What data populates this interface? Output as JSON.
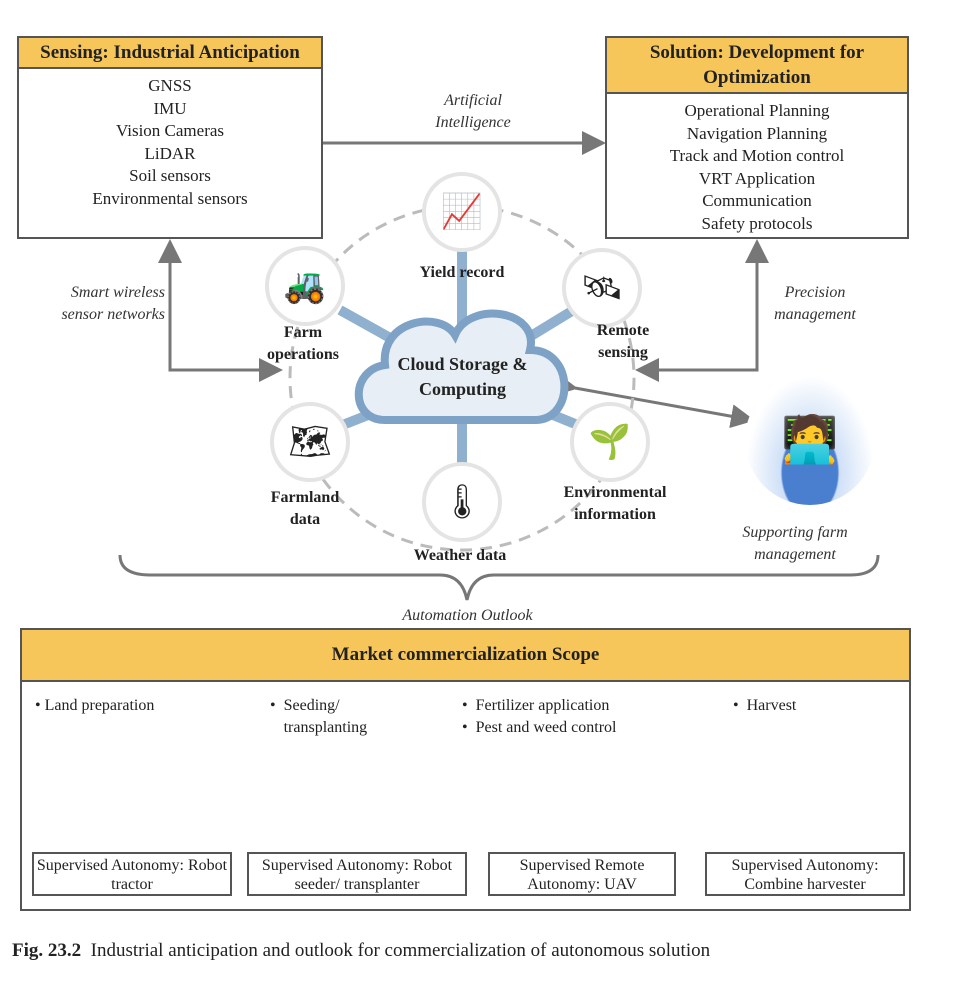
{
  "sensing": {
    "title": "Sensing: Industrial Anticipation",
    "items": [
      "GNSS",
      "IMU",
      "Vision Cameras",
      "LiDAR",
      "Soil sensors",
      "Environmental sensors"
    ]
  },
  "solution": {
    "title": "Solution: Development for Optimization",
    "items": [
      "Operational Planning",
      "Navigation Planning",
      "Track and Motion control",
      "VRT Application",
      "Communication",
      "Safety protocols"
    ]
  },
  "links": {
    "ai": "Artificial Intelligence",
    "wireless": "Smart wireless sensor networks",
    "precision": "Precision management",
    "supporting": "Supporting farm management",
    "outlook": "Automation Outlook"
  },
  "hub": {
    "center": "Cloud Storage & Computing",
    "nodes": [
      {
        "label": "Yield record",
        "icon": "chart-gear-icon"
      },
      {
        "label": "Remote sensing",
        "icon": "satellite-icon"
      },
      {
        "label": "Environmental information",
        "icon": "plant-sensor-icon"
      },
      {
        "label": "Weather data",
        "icon": "weather-station-icon"
      },
      {
        "label": "Farmland data",
        "icon": "farmland-map-icon"
      },
      {
        "label": "Farm operations",
        "icon": "tractor-icon"
      }
    ]
  },
  "market": {
    "title": "Market commercialization Scope",
    "stages": [
      {
        "tasks": [
          "Land preparation"
        ],
        "caption": "Supervised Autonomy: Robot tractor"
      },
      {
        "tasks": [
          "Seeding/ transplanting"
        ],
        "caption": "Supervised Autonomy: Robot seeder/ transplanter"
      },
      {
        "tasks": [
          "Fertilizer application",
          "Pest and weed control"
        ],
        "caption": "Supervised Remote Autonomy: UAV"
      },
      {
        "tasks": [
          "Harvest"
        ],
        "caption": "Supervised Autonomy: Combine harvester"
      }
    ]
  },
  "caption": {
    "label": "Fig. 23.2",
    "text": "Industrial anticipation and outlook for commercialization of autonomous solution"
  },
  "colors": {
    "header": "#f6c65b",
    "cloud": "#7da2c6",
    "spoke": "#8fb0cf",
    "arrow": "#777"
  }
}
